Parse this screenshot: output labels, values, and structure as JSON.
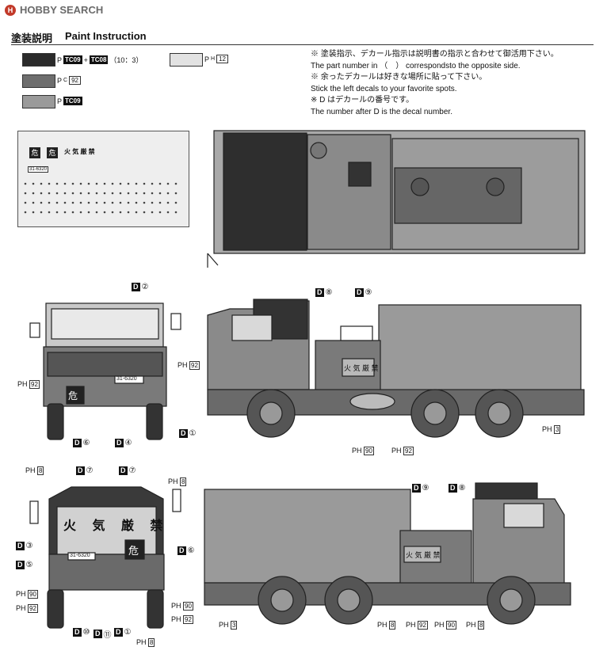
{
  "site": {
    "logo_text": "HOBBY SEARCH"
  },
  "header": {
    "title_jp": "塗装説明",
    "title_en": "Paint Instruction"
  },
  "swatches": [
    {
      "color": "#2b2b2b",
      "prefix": "P",
      "code": "TC09",
      "plus": "+",
      "code2": "TC08",
      "ratio": "（10：3）"
    },
    {
      "color": "#6e6e6e",
      "prefix": "P",
      "sub": "C",
      "code": "92"
    },
    {
      "color": "#9a9a9a",
      "prefix": "P",
      "code": "TC09"
    },
    {
      "color": "#e2e2e2",
      "prefix": "P",
      "sub": "H",
      "code": "12"
    }
  ],
  "notes": [
    "※ 塗装指示、デカール指示は説明書の指示と合わせて御活用下さい。",
    "The part number in （　） correspondsto the opposite side.",
    "※ 余ったデカールは好きな場所に貼って下さい。",
    "Stick the left decals to your favorite spots.",
    "※ D はデカールの番号です。",
    "The number after D is the decal number."
  ],
  "decal_sheet": {
    "kanji": "火 気 厳 禁",
    "danger": "危",
    "plate": "31-6320"
  },
  "front_view": {
    "plate": "31-6320",
    "danger": "危",
    "callouts": [
      {
        "id": "D",
        "num": "②"
      },
      {
        "id": "D",
        "num": "⑥"
      },
      {
        "id": "D",
        "num": "④"
      },
      {
        "id": "D",
        "num": "①"
      }
    ],
    "paint": [
      {
        "code": "92"
      },
      {
        "code": "92"
      }
    ]
  },
  "side_view_left": {
    "door_text": "火 気 厳 禁",
    "callouts": [
      {
        "id": "D",
        "num": "⑧"
      },
      {
        "id": "D",
        "num": "⑨"
      }
    ],
    "paint": [
      {
        "code": "3"
      },
      {
        "code": "90"
      },
      {
        "code": "92"
      }
    ]
  },
  "rear_view": {
    "kanji": "火 気 厳 禁",
    "danger": "危",
    "plate": "31-6320",
    "callouts": [
      {
        "id": "D",
        "num": "⑦"
      },
      {
        "id": "D",
        "num": "⑦"
      },
      {
        "id": "D",
        "num": "③"
      },
      {
        "id": "D",
        "num": "⑥"
      },
      {
        "id": "D",
        "num": "⑤"
      },
      {
        "id": "D",
        "num": "⑩"
      },
      {
        "id": "D",
        "num": "⑪"
      },
      {
        "id": "D",
        "num": "①"
      }
    ],
    "paint": [
      {
        "code": "8"
      },
      {
        "code": "8"
      },
      {
        "code": "90"
      },
      {
        "code": "92"
      },
      {
        "code": "90"
      },
      {
        "code": "92"
      },
      {
        "code": "8"
      }
    ]
  },
  "side_view_right": {
    "door_text": "火 気 厳 禁",
    "callouts": [
      {
        "id": "D",
        "num": "⑨"
      },
      {
        "id": "D",
        "num": "⑧"
      }
    ],
    "paint": [
      {
        "code": "3"
      },
      {
        "code": "8"
      },
      {
        "code": "92"
      },
      {
        "code": "90"
      },
      {
        "code": "8"
      }
    ]
  }
}
